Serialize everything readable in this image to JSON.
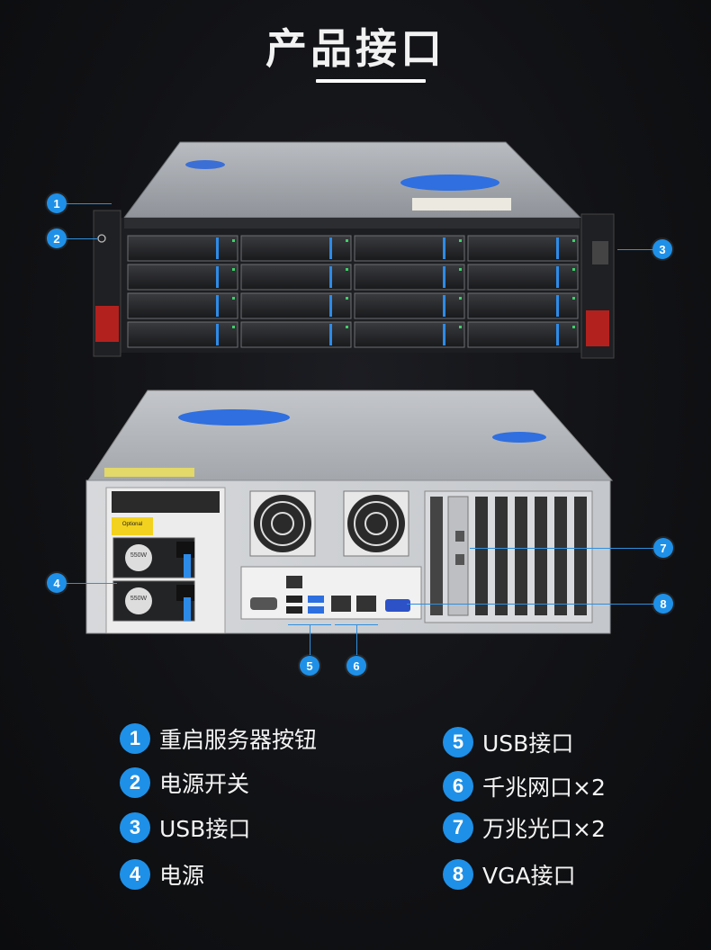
{
  "header": {
    "title": "产品接口"
  },
  "colors": {
    "accent": "#1e90e8",
    "background": "#111215"
  },
  "callouts": [
    {
      "num": "1"
    },
    {
      "num": "2"
    },
    {
      "num": "3"
    },
    {
      "num": "4"
    },
    {
      "num": "5"
    },
    {
      "num": "6"
    },
    {
      "num": "7"
    },
    {
      "num": "8"
    }
  ],
  "psu_labels": {
    "optional": "Optional",
    "rating": "550W"
  },
  "legend": [
    {
      "num": "1",
      "label": "重启服务器按钮"
    },
    {
      "num": "2",
      "label": "电源开关"
    },
    {
      "num": "3",
      "label": "USB接口"
    },
    {
      "num": "4",
      "label": "电源"
    },
    {
      "num": "5",
      "label": "USB接口"
    },
    {
      "num": "6",
      "label": "千兆网口×2"
    },
    {
      "num": "7",
      "label": "万兆光口×2"
    },
    {
      "num": "8",
      "label": "VGA接口"
    }
  ]
}
